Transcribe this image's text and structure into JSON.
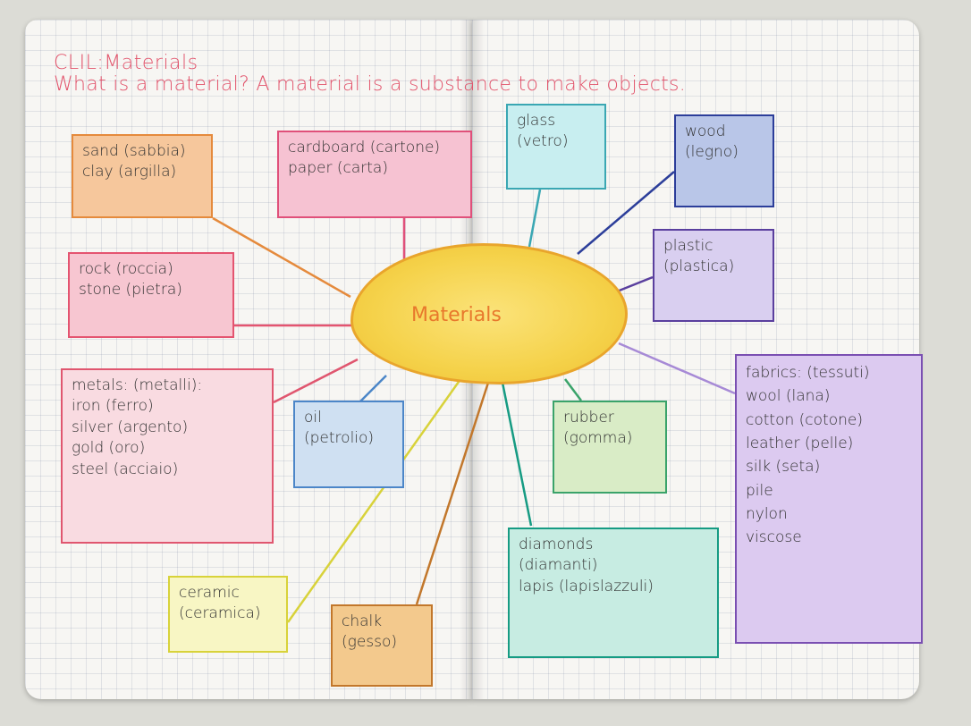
{
  "header": {
    "title": "CLIL:Materials",
    "question": "What is a material? A material is a substance to make objects."
  },
  "center": {
    "label": "Materials"
  },
  "boxes": {
    "sand": {
      "lines": [
        "sand (sabbia)",
        "clay (argilla)"
      ],
      "color": "#e58a3c",
      "fill": "#f6c79c"
    },
    "cardboard": {
      "lines": [
        "cardboard (cartone)",
        "paper (carta)"
      ],
      "color": "#e0507a",
      "fill": "#f6c2d2"
    },
    "rock": {
      "lines": [
        "rock (roccia)",
        "stone (pietra)"
      ],
      "color": "#e45470",
      "fill": "#f7c6d1"
    },
    "metals": {
      "lines": [
        "metals: (metalli):",
        "iron (ferro)",
        "silver (argento)",
        "gold (oro)",
        "steel (acciaio)"
      ],
      "color": "#e0566f",
      "fill": "#f9dbe1"
    },
    "oil": {
      "lines": [
        "oil",
        "(petrolio)"
      ],
      "color": "#4c86c8",
      "fill": "#cfe0f2"
    },
    "ceramic": {
      "lines": [
        "ceramic",
        "(ceramica)"
      ],
      "color": "#d8d23a",
      "fill": "#f8f6c4"
    },
    "chalk": {
      "lines": [
        "chalk",
        "(gesso)"
      ],
      "color": "#c2772b",
      "fill": "#f3c98d"
    },
    "glass": {
      "lines": [
        "glass",
        "(vetro)"
      ],
      "color": "#3aa7b3",
      "fill": "#c8eef0"
    },
    "wood": {
      "lines": [
        "wood",
        "(legno)"
      ],
      "color": "#2c3e9a",
      "fill": "#b9c6e8"
    },
    "plastic": {
      "lines": [
        "plastic",
        "(plastica)"
      ],
      "color": "#5a3f9e",
      "fill": "#d9cff0"
    },
    "rubber": {
      "lines": [
        "rubber",
        "(gomma)"
      ],
      "color": "#3aa36a",
      "fill": "#d9ecc6"
    },
    "diamonds": {
      "lines": [
        "diamonds",
        "(diamanti)",
        "lapis (lapislazzuli)"
      ],
      "color": "#169b83",
      "fill": "#c7ece2"
    },
    "fabrics": {
      "lines": [
        "fabrics: (tessuti)",
        "wool (lana)",
        "cotton (cotone)",
        "leather (pelle)",
        "silk (seta)",
        "pile",
        "nylon",
        "viscose"
      ],
      "color": "#7a4fb2",
      "fill": "#dccaf0"
    }
  }
}
